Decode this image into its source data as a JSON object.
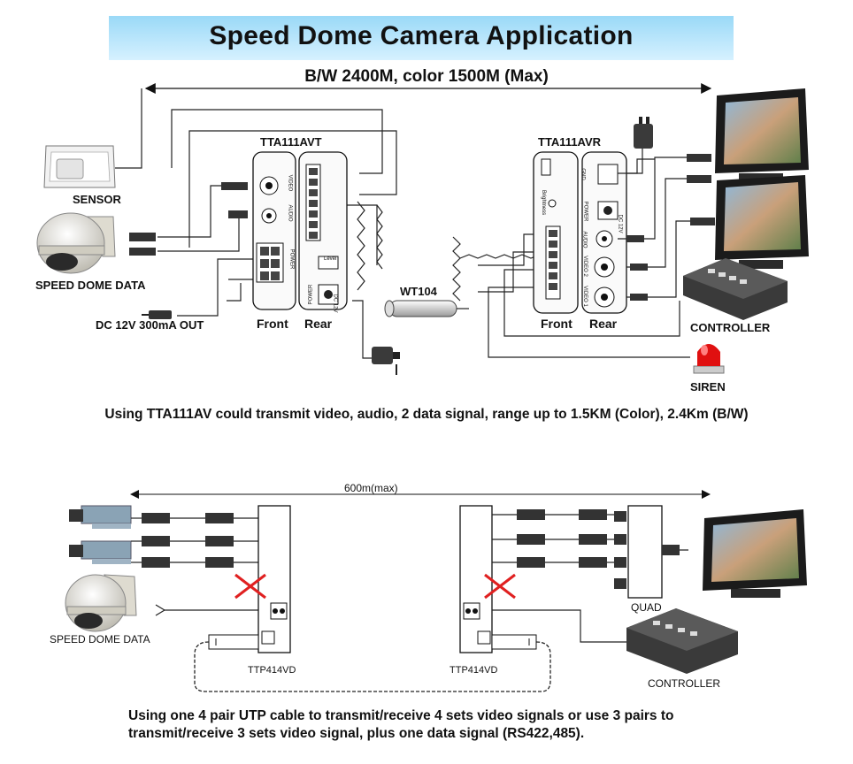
{
  "title": "Speed Dome Camera Application",
  "top_diagram": {
    "range_label": "B/W 2400M, color 1500M (Max)",
    "transmitter_label": "TTA111AVT",
    "receiver_label": "TTA111AVR",
    "cable_label": "WT104",
    "sensor_label": "SENSOR",
    "speed_dome_label": "SPEED DOME DATA",
    "dc_out_label": "DC 12V 300mA OUT",
    "tx_front_label": "Front",
    "tx_rear_label": "Rear",
    "rx_front_label": "Front",
    "rx_rear_label": "Rear",
    "controller_label": "CONTROLLER",
    "siren_label": "SIREN",
    "port_video": "VIDEO",
    "port_audio": "AUDIO",
    "port_power": "POWER",
    "port_gnd": "GND",
    "port_dc12v": "DC 12V",
    "port_video1": "VIDEO 1",
    "port_video2": "VIDEO 2",
    "port_level": "Level",
    "port_brightness": "Brightness",
    "caption": "Using TTA111AV could transmit video, audio, 2 data signal, range up to 1.5KM (Color), 2.4Km (B/W)"
  },
  "bottom_diagram": {
    "range_label": "600m(max)",
    "left_unit_label": "TTP414VD",
    "right_unit_label": "TTP414VD",
    "speed_dome_label": "SPEED DOME DATA",
    "quad_label": "QUAD",
    "controller_label": "CONTROLLER",
    "caption_line1": "Using one 4 pair UTP cable to transmit/receive 4 sets video signals or use 3 pairs to",
    "caption_line2": "transmit/receive 3 sets video signal, plus one data signal (RS422,485)."
  },
  "colors": {
    "banner_top": "#9ad9f7",
    "banner_bottom": "#d6f1ff",
    "cross_red": "#e02020",
    "siren_red": "#e01010",
    "monitor_dark": "#1b1b1b"
  }
}
